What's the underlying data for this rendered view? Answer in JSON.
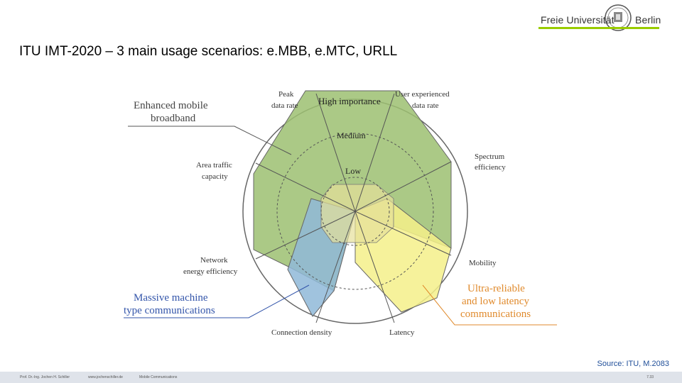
{
  "header": {
    "title": "ITU IMT-2020 – 3 main usage scenarios: e.MBB, e.MTC, URLL",
    "logo": {
      "left_text": "Freie Universität",
      "right_text": "Berlin"
    }
  },
  "diagram": {
    "axes": [
      "Peak data rate",
      "User experienced data rate",
      "Spectrum efficiency",
      "Mobility",
      "Latency",
      "Connection density",
      "Network energy efficiency",
      "Area traffic capacity"
    ],
    "axis_labels": {
      "peak": [
        "Peak",
        "data rate"
      ],
      "user": [
        "User experienced",
        "data rate"
      ],
      "spectrum": [
        "Spectrum",
        "efficiency"
      ],
      "mobility": "Mobility",
      "latency": "Latency",
      "connection": "Connection density",
      "network": [
        "Network",
        "energy efficiency"
      ],
      "area": [
        "Area traffic",
        "capacity"
      ]
    },
    "rings": {
      "high": "High importance",
      "medium": "Medium",
      "low": "Low"
    },
    "scenarios": {
      "embb": [
        "Enhanced mobile",
        "broadband"
      ],
      "mmtc": [
        "Massive machine",
        "type communications"
      ],
      "urllc": [
        "Ultra-reliable",
        "and low latency",
        "communications"
      ]
    },
    "colors": {
      "embb": "#9cc071",
      "mmtc": "#8fb8d8",
      "urllc": "#f4f08a",
      "urllc_label": "#e08a2c",
      "mmtc_label": "#3355aa"
    }
  },
  "source": "Source: ITU, M.2083",
  "footer": {
    "author": "Prof. Dr.-Ing. Jochen H. Schiller",
    "url": "www.jochenschiller.de",
    "course": "Mobile Communications",
    "page": "7.33"
  }
}
